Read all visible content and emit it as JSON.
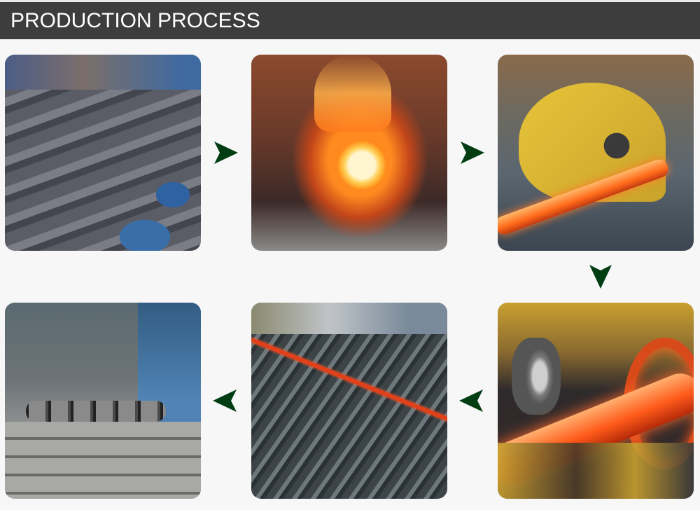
{
  "header": {
    "title": "PRODUCTION PROCESS",
    "background_color": "#3d3d3d",
    "text_color": "#ffffff"
  },
  "arrow_color": "#003d12",
  "process_steps": [
    {
      "step": 1,
      "image": "steel-round-billets",
      "position": "row1-col1"
    },
    {
      "step": 2,
      "image": "induction-heating-furnace",
      "position": "row1-col2"
    },
    {
      "step": 3,
      "image": "hot-billet-conveying",
      "position": "row1-col3"
    },
    {
      "step": 4,
      "image": "piercing-hot-tube",
      "position": "row2-col3"
    },
    {
      "step": 5,
      "image": "cooling-bed",
      "position": "row2-col2"
    },
    {
      "step": 6,
      "image": "finished-seamless-pipes",
      "position": "row2-col1"
    }
  ],
  "arrows": [
    {
      "direction": "right",
      "from": 1,
      "to": 2
    },
    {
      "direction": "right",
      "from": 2,
      "to": 3
    },
    {
      "direction": "down",
      "from": 3,
      "to": 4
    },
    {
      "direction": "left",
      "from": 4,
      "to": 5
    },
    {
      "direction": "left",
      "from": 5,
      "to": 6
    }
  ]
}
